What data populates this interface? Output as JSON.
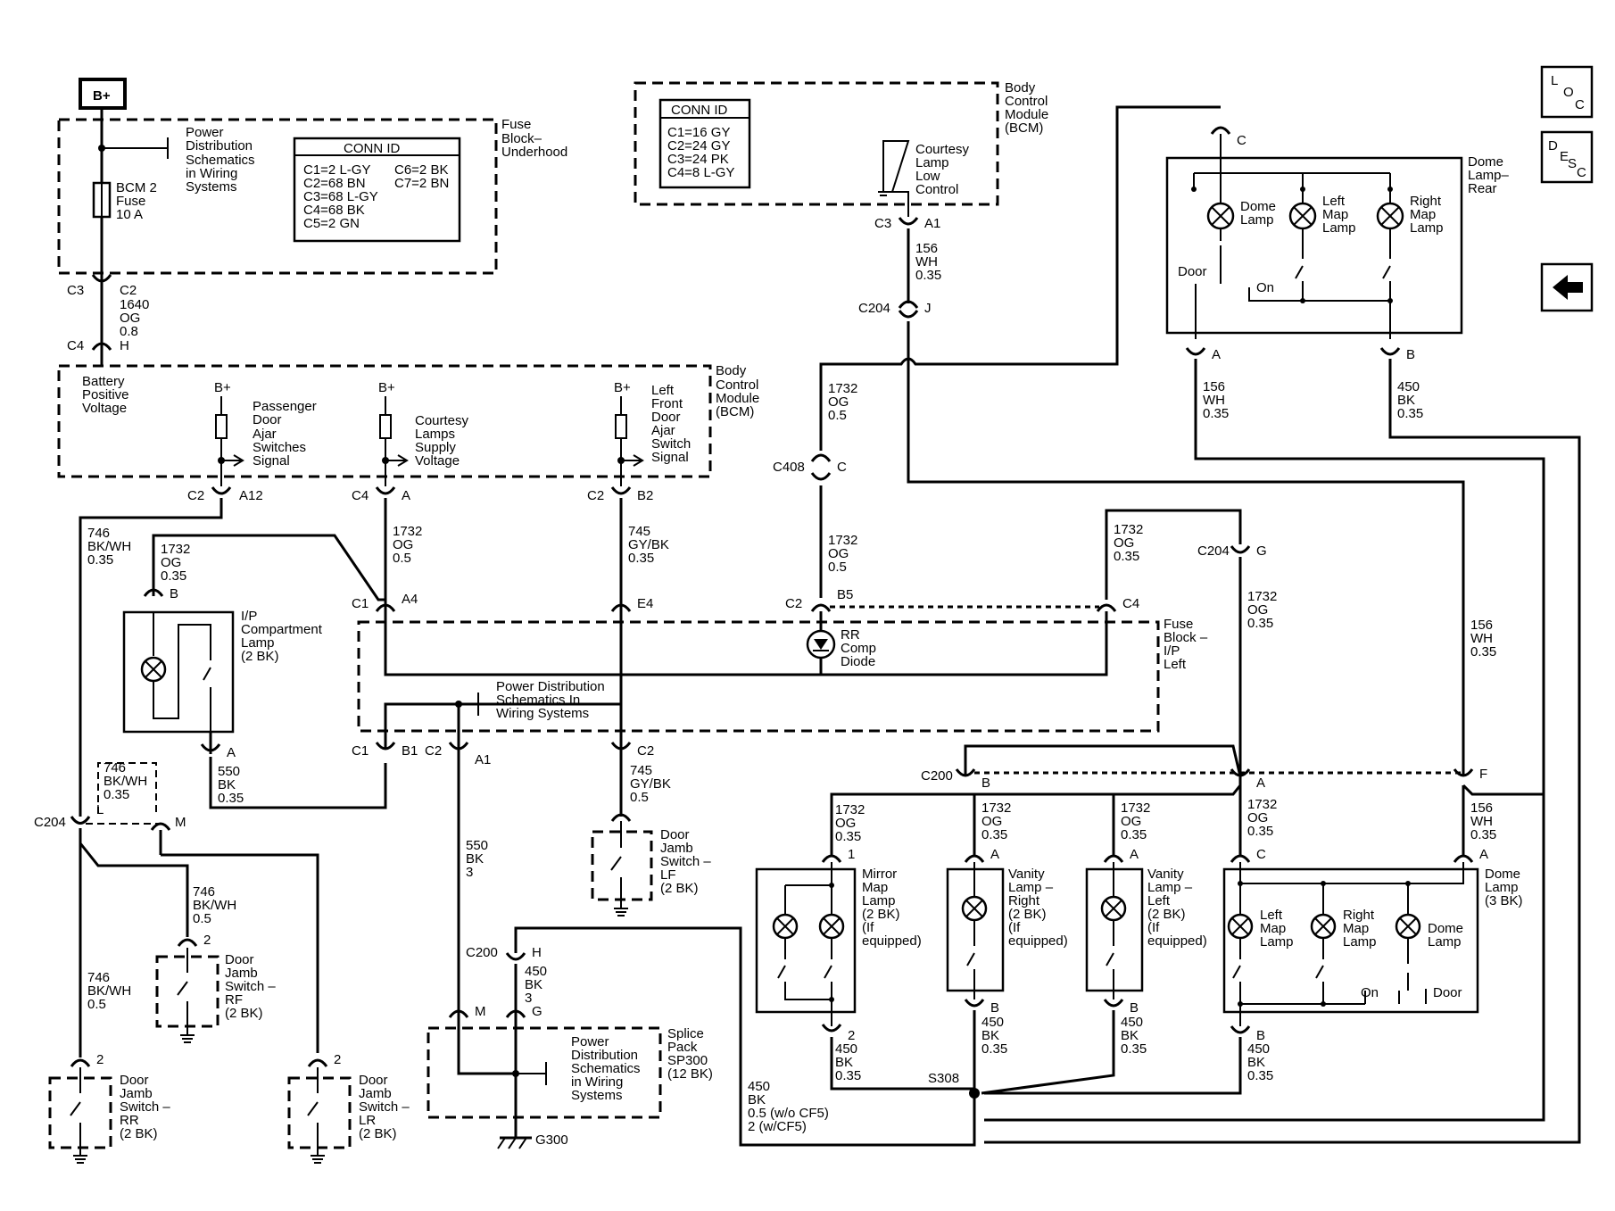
{
  "bplus": "B+",
  "fuse_block": {
    "title": [
      "Fuse",
      "Block–",
      "Underhood"
    ],
    "pds_note": [
      "Power",
      "Distribution",
      "Schematics",
      "in Wiring",
      "Systems"
    ],
    "fuse_label": [
      "BCM 2",
      "Fuse",
      "10 A"
    ],
    "conn_title": "CONN ID",
    "conn_left": [
      "C1=2 L-GY",
      "C2=68 BN",
      "C3=68 L-GY",
      "C4=68 BK",
      "C5=2 GN"
    ],
    "conn_right": [
      "C6=2 BK",
      "C7=2 BN"
    ]
  },
  "bcm_top": {
    "title": [
      "Body",
      "Control",
      "Module",
      "(BCM)"
    ],
    "conn_title": "CONN ID",
    "conn": [
      "C1=16 GY",
      "C2=24 GY",
      "C3=24 PK",
      "C4=8 L-GY"
    ],
    "courtesy_ctrl": [
      "Courtesy",
      "Lamp",
      "Low",
      "Control"
    ]
  },
  "bcm_main": {
    "title": [
      "Body",
      "Control",
      "Module",
      "(BCM)"
    ],
    "battery": [
      "Battery",
      "Positive",
      "Voltage"
    ],
    "bplus": "B+",
    "sig1": [
      "Passenger",
      "Door",
      "Ajar",
      "Switches",
      "Signal"
    ],
    "sig2": [
      "Courtesy",
      "Lamps",
      "Supply",
      "Voltage"
    ],
    "sig3": [
      "Left",
      "Front",
      "Door",
      "Ajar",
      "Switch",
      "Signal"
    ]
  },
  "dome_rear": {
    "title": [
      "Dome",
      "Lamp–",
      "Rear"
    ],
    "lamp1": [
      "Dome",
      "Lamp"
    ],
    "lamp2": [
      "Left",
      "Map",
      "Lamp"
    ],
    "lamp3": [
      "Right",
      "Map",
      "Lamp"
    ],
    "door": "Door",
    "on": "On"
  },
  "fuse_ip": {
    "title": [
      "Fuse",
      "Block –",
      "I/P",
      "Left"
    ],
    "diode": [
      "RR",
      "Comp",
      "Diode"
    ],
    "pds_note": [
      "Power Distribution",
      "Schematics In",
      "Wiring Systems"
    ]
  },
  "ip_lamp": [
    "I/P",
    "Compartment",
    "Lamp",
    "(2 BK)"
  ],
  "switches": {
    "lf": [
      "Door",
      "Jamb",
      "Switch –",
      "LF",
      "(2 BK)"
    ],
    "rf": [
      "Door",
      "Jamb",
      "Switch –",
      "RF",
      "(2 BK)"
    ],
    "rr": [
      "Door",
      "Jamb",
      "Switch –",
      "RR",
      "(2 BK)"
    ],
    "lr": [
      "Door",
      "Jamb",
      "Switch –",
      "LR",
      "(2 BK)"
    ]
  },
  "splice_pack": {
    "title": [
      "Splice",
      "Pack",
      "SP300",
      "(12 BK)"
    ],
    "pds_note": [
      "Power",
      "Distribution",
      "Schematics",
      "in Wiring",
      "Systems"
    ],
    "ground": "G300"
  },
  "mirror": [
    "Mirror",
    "Map",
    "Lamp",
    "(2 BK)",
    "(If",
    "equipped)"
  ],
  "vanity_r": [
    "Vanity",
    "Lamp –",
    "Right",
    "(2 BK)",
    "(If",
    "equipped)"
  ],
  "vanity_l": [
    "Vanity",
    "Lamp –",
    "Left",
    "(2 BK)",
    "(If",
    "equipped)"
  ],
  "dome_front": {
    "title": [
      "Dome",
      "Lamp",
      "(3 BK)"
    ],
    "lamp1": [
      "Left",
      "Map",
      "Lamp"
    ],
    "lamp2": [
      "Right",
      "Map",
      "Lamp"
    ],
    "lamp3": [
      "Dome",
      "Lamp"
    ],
    "on": "On",
    "door": "Door"
  },
  "s308": "S308",
  "wire_bottom": [
    "450",
    "BK",
    "0.5 (w/o CF5)",
    "2 (w/CF5)"
  ],
  "nav": {
    "loc": [
      "L",
      "O",
      "C"
    ],
    "desc": [
      "D",
      "E",
      "S",
      "C"
    ],
    "back": "←"
  }
}
